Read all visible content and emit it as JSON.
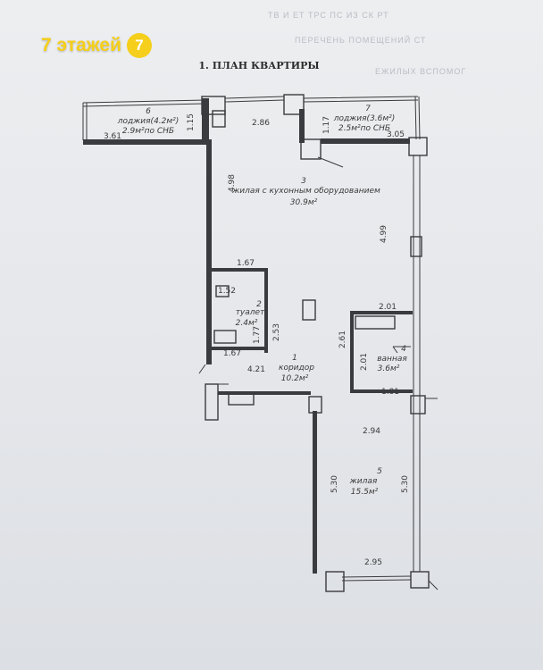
{
  "brand": {
    "text": "7 этажей",
    "badge": "7"
  },
  "plan": {
    "title": "1. ПЛАН КВАРТИРЫ",
    "rooms": [
      {
        "number": "1",
        "name": "коридор",
        "area": "10.2м²"
      },
      {
        "number": "2",
        "name": "туалет",
        "area": "2.4м²"
      },
      {
        "number": "3",
        "name": "жилая с кухонным оборудованием",
        "area": "30.9м²"
      },
      {
        "number": "4",
        "name": "ванная",
        "area": "3.6м²"
      },
      {
        "number": "5",
        "name": "жилая",
        "area": "15.5м²"
      },
      {
        "number": "6",
        "name": "лоджия(4.2м²)",
        "area": "2.9м²по СНБ"
      },
      {
        "number": "7",
        "name": "лоджия(3.6м²)",
        "area": "2.5м²по СНБ"
      }
    ],
    "dimensions": [
      "2.86",
      "1.15",
      "3.61",
      "1.17",
      "3.05",
      "4.98",
      "4.99",
      "1.67",
      "1.52",
      "2.53",
      "1.77",
      "1.67",
      "4.21",
      "2.01",
      "2.61",
      "2.01",
      "1.81",
      "2.94",
      "5.30",
      "5.30",
      "2.95"
    ]
  },
  "colors": {
    "brand": "#f5cf1b",
    "paper": "#e6e7ea",
    "ink": "#3a3b3e"
  }
}
